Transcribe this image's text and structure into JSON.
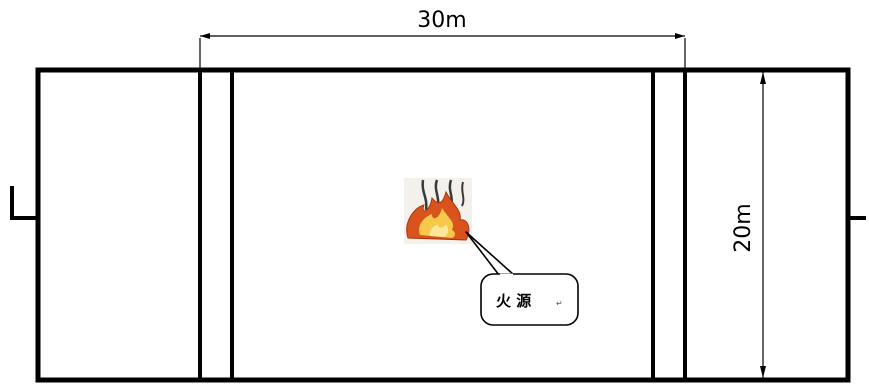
{
  "dimensions": {
    "width_label": "30m",
    "height_label": "20m"
  },
  "fire_source": {
    "icon": "fire-icon",
    "label": "火 源",
    "label_mark": "↵"
  },
  "colors": {
    "line": "#000000",
    "flame_outer": "#d8541c",
    "flame_inner": "#f7c84a",
    "smoke": "#3a3a3a"
  }
}
